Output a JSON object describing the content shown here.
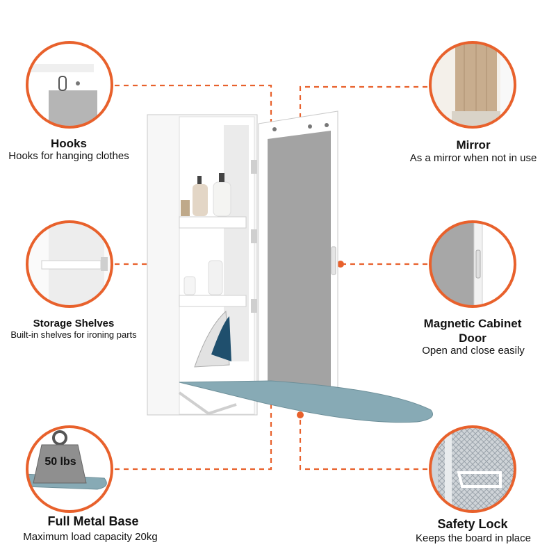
{
  "accent_color": "#e8612c",
  "features": {
    "hooks": {
      "title": "Hooks",
      "desc": "Hooks for hanging clothes"
    },
    "mirror": {
      "title": "Mirror",
      "desc": "As a mirror when not in use"
    },
    "shelves": {
      "title": "Storage Shelves",
      "desc": "Built-in shelves for ironing parts"
    },
    "door": {
      "title": "Magnetic Cabinet Door",
      "desc": "Open and close easily"
    },
    "base": {
      "title": "Full Metal Base",
      "desc": "Maximum load capacity 20kg",
      "weight_label": "50 lbs"
    },
    "lock": {
      "title": "Safety Lock",
      "desc": "Keeps the board in place"
    }
  }
}
